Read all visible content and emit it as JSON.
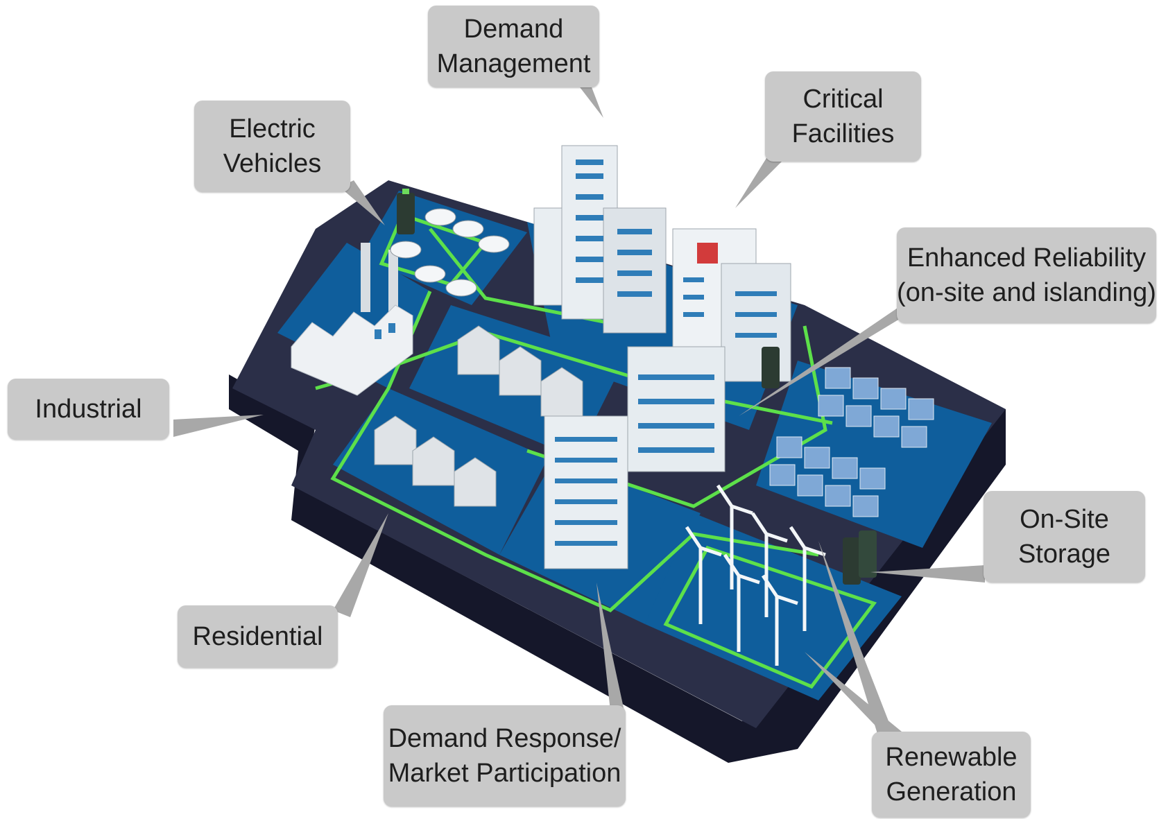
{
  "labels": {
    "demand_management": [
      "Demand",
      "Management"
    ],
    "critical_facilities": [
      "Critical",
      "Facilities"
    ],
    "electric_vehicles": [
      "Electric",
      "Vehicles"
    ],
    "enhanced_reliability": [
      "Enhanced Reliability",
      "(on-site and islanding)"
    ],
    "industrial": [
      "Industrial"
    ],
    "on_site_storage": [
      "On-Site",
      "Storage"
    ],
    "residential": [
      "Residential"
    ],
    "demand_response": [
      "Demand Response/",
      "Market Participation"
    ],
    "renewable_generation": [
      "Renewable",
      "Generation"
    ]
  },
  "colors": {
    "label_bg": "#c9c9c9",
    "pointer": "#a8a8a8",
    "platform_top": "#2b2f48",
    "platform_side": "#15172a",
    "zone_fill": "#0f5e9c",
    "wire": "#5de04a",
    "building": "#e9eef2",
    "window": "#2f7db8"
  }
}
